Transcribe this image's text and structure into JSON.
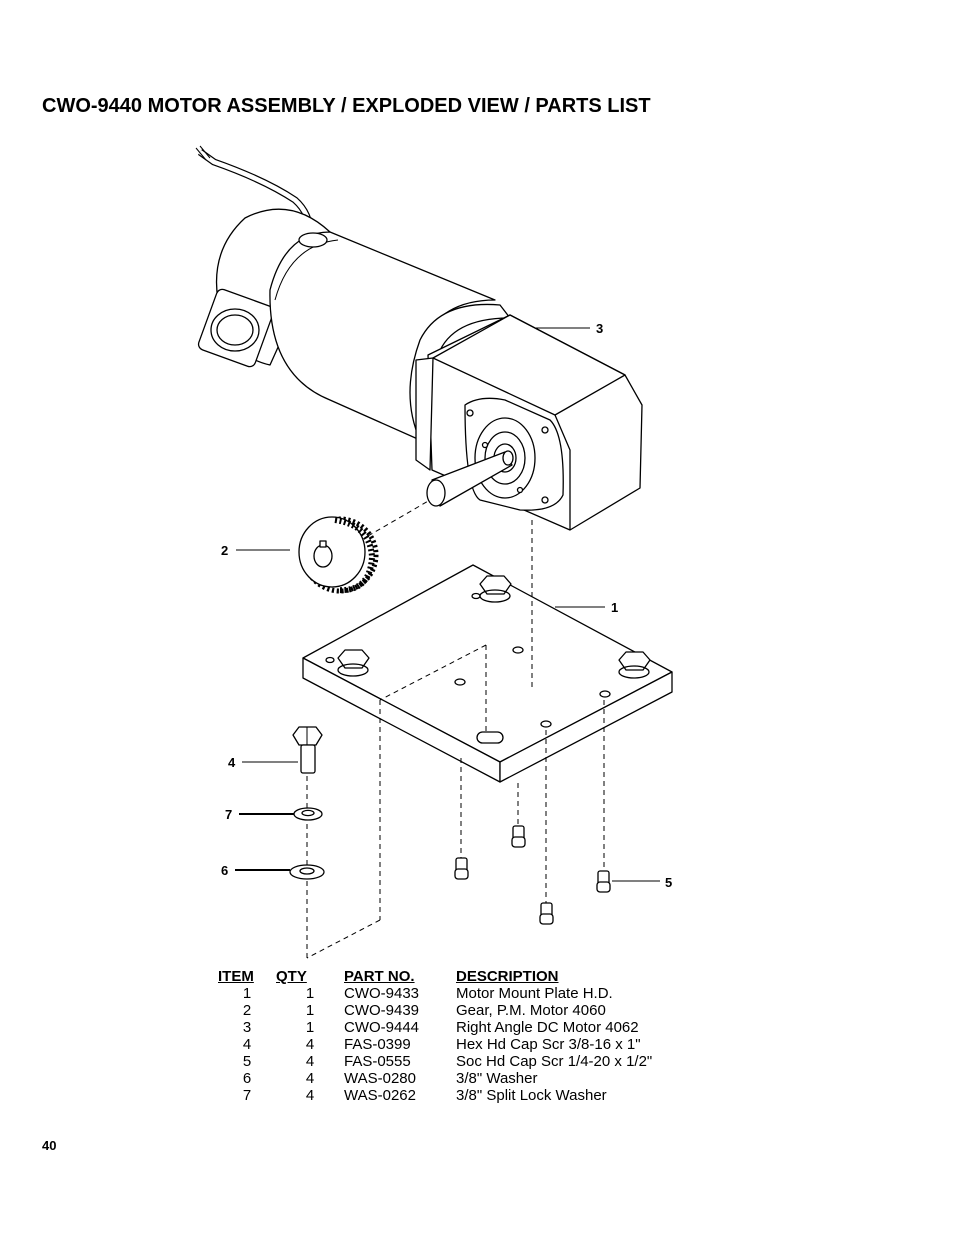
{
  "title": "CWO-9440 MOTOR ASSEMBLY / EXPLODED VIEW / PARTS LIST",
  "callouts": [
    "1",
    "2",
    "3",
    "4",
    "5",
    "6",
    "7"
  ],
  "parts_table": {
    "headers": {
      "item": "ITEM",
      "qty": "QTY",
      "part_no": "PART NO.",
      "description": "DESCRIPTION"
    },
    "rows": [
      {
        "item": "1",
        "qty": "1",
        "part_no": "CWO-9433",
        "description": "Motor Mount Plate H.D."
      },
      {
        "item": "2",
        "qty": "1",
        "part_no": "CWO-9439",
        "description": "Gear, P.M. Motor 4060"
      },
      {
        "item": "3",
        "qty": "1",
        "part_no": "CWO-9444",
        "description": "Right Angle DC Motor 4062"
      },
      {
        "item": "4",
        "qty": "4",
        "part_no": "FAS-0399",
        "description": "Hex Hd Cap Scr 3/8-16 x 1\""
      },
      {
        "item": "5",
        "qty": "4",
        "part_no": "FAS-0555",
        "description": "Soc Hd Cap Scr 1/4-20 x 1/2\""
      },
      {
        "item": "6",
        "qty": "4",
        "part_no": "WAS-0280",
        "description": "3/8\" Washer"
      },
      {
        "item": "7",
        "qty": "4",
        "part_no": "WAS-0262",
        "description": "3/8\" Split Lock Washer"
      }
    ]
  },
  "page_number": "40"
}
